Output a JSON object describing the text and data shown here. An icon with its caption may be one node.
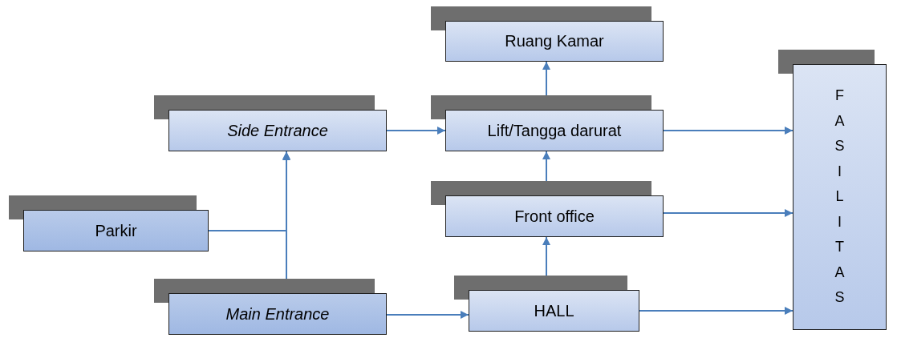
{
  "diagram": {
    "nodes": [
      {
        "text": [
          "Ruang Kamar"
        ]
      },
      {
        "text": [
          "Side Entrance"
        ]
      },
      {
        "text": [
          "Lift/Tangga darurat"
        ]
      },
      {
        "text": [
          "FASILITAS"
        ]
      },
      {
        "text": [
          "Parkir"
        ]
      },
      {
        "text": [
          "Front office"
        ]
      },
      {
        "text": [
          "Main Entrance"
        ]
      },
      {
        "text": [
          "HALL"
        ]
      }
    ],
    "edges": [
      {
        "from": 4,
        "to": 1,
        "arrow": "to"
      },
      {
        "from": 6,
        "to": 1,
        "arrow": "to"
      },
      {
        "from": 1,
        "to": 2,
        "arrow": "to"
      },
      {
        "from": 6,
        "to": 7,
        "arrow": "to"
      },
      {
        "from": 7,
        "to": 5,
        "arrow": "to"
      },
      {
        "from": 5,
        "to": 2,
        "arrow": "to"
      },
      {
        "from": 2,
        "to": 0,
        "arrow": "to"
      },
      {
        "from": 2,
        "to": 3,
        "arrow": "to"
      },
      {
        "from": 5,
        "to": 3,
        "arrow": "to"
      },
      {
        "from": 7,
        "to": 3,
        "arrow": "to"
      }
    ]
  }
}
